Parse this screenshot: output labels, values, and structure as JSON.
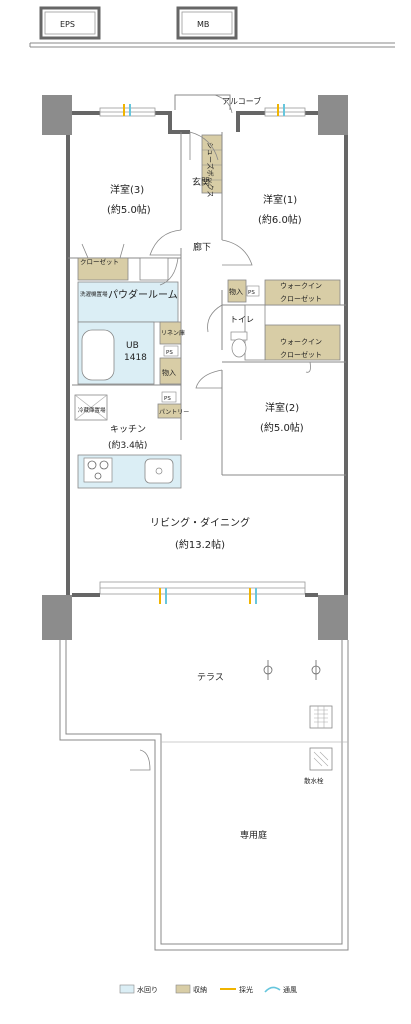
{
  "colors": {
    "wet_area": "#dbeef5",
    "storage": "#d8cda6",
    "wall": "#666666",
    "light": "#f0b400",
    "wind": "#66c6dd",
    "pillar": "#8c8c8c"
  },
  "labels": {
    "eps": "EPS",
    "mb": "MB",
    "alcove": "アルコーブ",
    "shoes_box": "シューズボックス",
    "entrance": "玄関",
    "hallway": "廊下",
    "room1": "洋室(1)",
    "room1_size": "(約6.0帖)",
    "room2": "洋室(2)",
    "room2_size": "(約5.0帖)",
    "room3": "洋室(3)",
    "room3_size": "(約5.0帖)",
    "closet": "クローゼット",
    "powder_room": "パウダールーム",
    "washer": "洗濯機置場",
    "ub": "UB",
    "ub_size": "1418",
    "linen": "リネン庫",
    "storage": "物入",
    "toilet": "トイレ",
    "walk_in_1": "ウォークイン",
    "walk_in_1b": "クローゼット",
    "walk_in_2": "ウォークイン",
    "walk_in_2b": "クローゼット",
    "ps": "PS",
    "fridge": "冷蔵庫置場",
    "pantry": "パントリー",
    "kitchen": "キッチン",
    "kitchen_size": "(約3.4帖)",
    "living": "リビング・ダイニング",
    "living_size": "(約13.2帖)",
    "terrace": "テラス",
    "faucet": "散水栓",
    "garden": "専用庭"
  },
  "legend": {
    "water": "水回り",
    "storage": "収納",
    "light": "採光",
    "wind": "通風"
  },
  "icons": [
    "door-arc-icon",
    "window-icon",
    "bathtub-icon",
    "sink-icon",
    "stove-icon",
    "toilet-icon",
    "light-arrow-icon",
    "wind-arrow-icon"
  ]
}
